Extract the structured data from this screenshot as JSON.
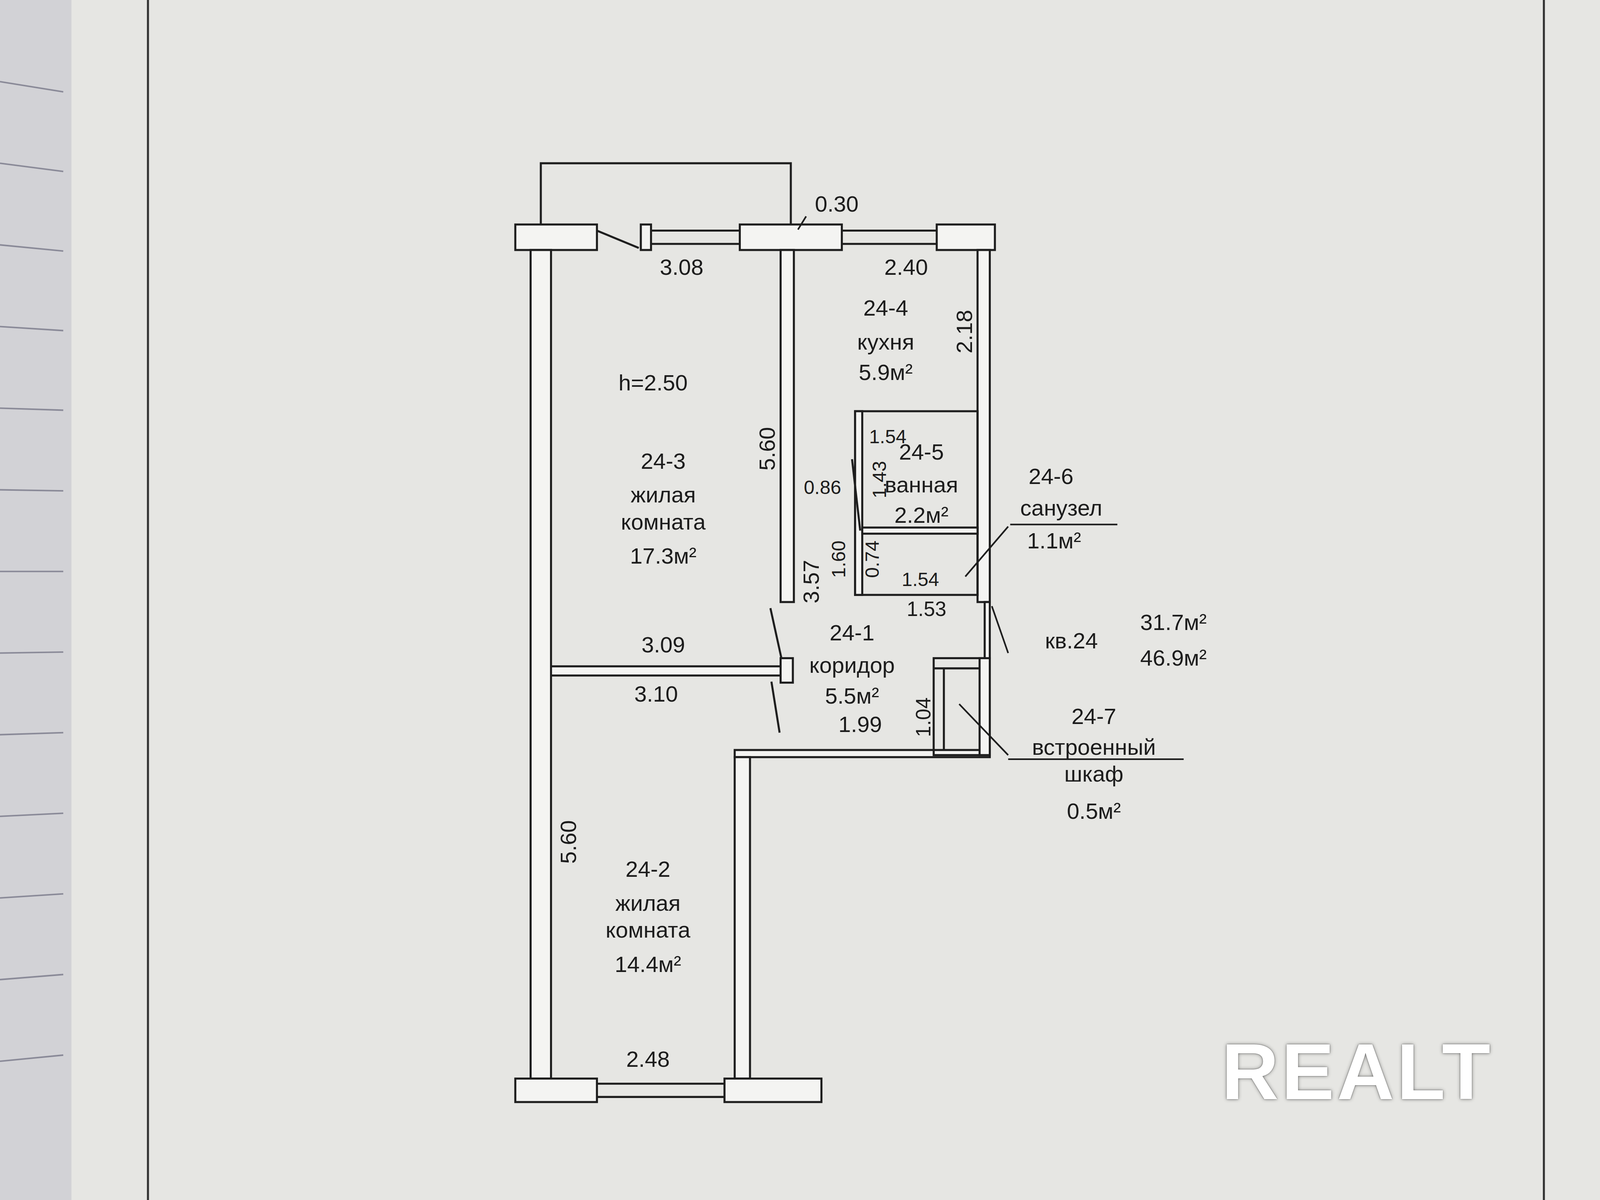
{
  "diagram": {
    "nodes": [
      {
        "text": [
          "24-4",
          "кухня",
          "5.9м²"
        ]
      },
      {
        "text": [
          "24-3",
          "жилая комната",
          "17.3м²"
        ]
      },
      {
        "text": [
          "24-5",
          "ванная",
          "2.2м²"
        ]
      },
      {
        "text": [
          "24-6",
          "санузел",
          "1.1м²"
        ]
      },
      {
        "text": [
          "24-1",
          "коридор",
          "5.5м²"
        ]
      },
      {
        "text": [
          "24-7",
          "встроенный шкаф",
          "0.5м²"
        ]
      },
      {
        "text": [
          "24-2",
          "жилая комната",
          "14.4м²"
        ]
      }
    ],
    "labels": [
      "0.30",
      "3.08",
      "2.40",
      "2.18",
      "h=2.50",
      "5.60",
      "1.54",
      "0.86",
      "1.43",
      "1.60",
      "0.74",
      "1.54",
      "1.53",
      "3.57",
      "кв.24",
      "31.7м²",
      "46.9м²",
      "3.09",
      "3.10",
      "1.04",
      "1.99",
      "5.60",
      "2.48",
      "REALT"
    ]
  }
}
